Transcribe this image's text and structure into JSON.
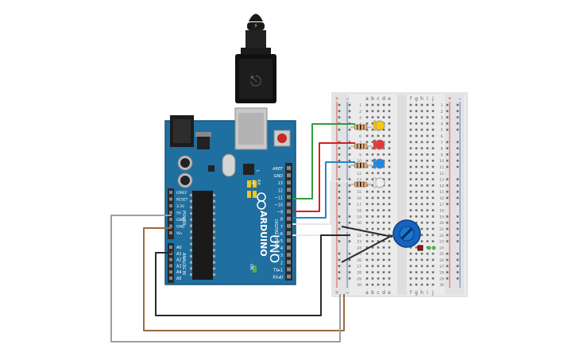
{
  "board": {
    "brand": "ARDUINO",
    "model": "UNO",
    "digital_header_title": "DIGITAL (PWM~)",
    "tx_label": "TX",
    "rx_label": "RX",
    "on_label": "ON",
    "l_label": "L",
    "power_header_title": "POWER",
    "analog_header_title": "ANALOG IN",
    "digital_pins": [
      "AREF",
      "GND",
      "13",
      "12",
      "~11",
      "~10",
      "~9",
      "8",
      "7",
      "~6",
      "~5",
      "4",
      "~3",
      "2",
      "TX▸1",
      "RX◂0"
    ],
    "power_pins": [
      "IOREF",
      "RESET",
      "3.3V",
      "5V",
      "GND",
      "GND",
      "Vin"
    ],
    "analog_pins": [
      "A0",
      "A1",
      "A2",
      "A3",
      "A4",
      "A5"
    ]
  },
  "breadboard": {
    "column_letters_left": [
      "a",
      "b",
      "c",
      "d",
      "e"
    ],
    "column_letters_right": [
      "f",
      "g",
      "h",
      "i",
      "j"
    ],
    "row_count": 30,
    "rail_plus": "+",
    "rail_minus": "−"
  },
  "components": {
    "leds": [
      {
        "name": "yellow-led",
        "color": "#f2c811"
      },
      {
        "name": "red-led",
        "color": "#e53935"
      },
      {
        "name": "blue-led",
        "color": "#1e88e5"
      },
      {
        "name": "white-led",
        "color": "#eeeeee"
      }
    ],
    "potentiometer_color": "#1565c0"
  },
  "colors": {
    "board": "#1f6fa0",
    "board_dark": "#15557d",
    "header": "#2b2b2b",
    "wire_green": "#2e9e3b",
    "wire_red": "#d32020",
    "wire_blue": "#1f86c7",
    "wire_white": "#e8e8e8",
    "wire_black": "#2a2a2a",
    "wire_brown": "#9a6b3f",
    "wire_gray": "#9e9e9e",
    "breadboard": "#ebebeb",
    "rail_red": "#d33",
    "rail_blue": "#36c"
  }
}
